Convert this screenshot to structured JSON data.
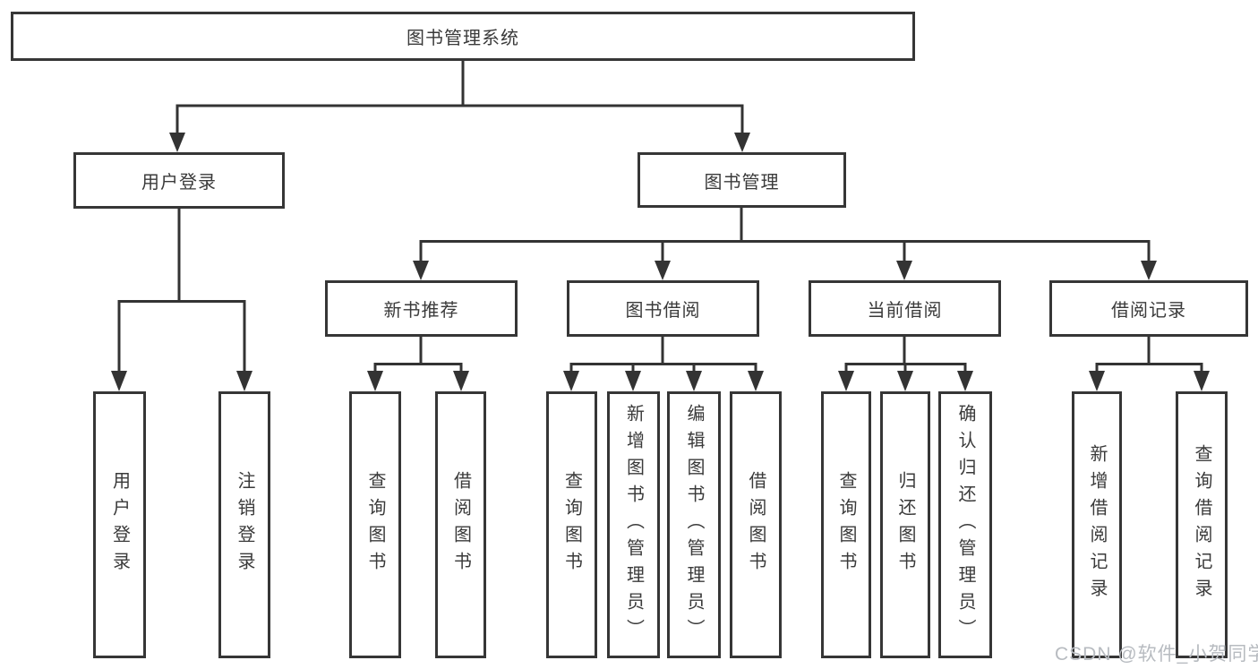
{
  "page": {
    "background": "#ffffff",
    "line_color": "#333333",
    "text_color": "#3a3a3a"
  },
  "watermark": {
    "text": "CSDN @软件_小贺同学",
    "color": "#b7bbc0"
  },
  "tree": {
    "root_label": "图书管理系统",
    "branches": [
      {
        "label": "用户登录",
        "children": [
          "用户登录",
          "注销登录"
        ]
      },
      {
        "label": "图书管理",
        "groups": [
          {
            "label": "新书推荐",
            "children": [
              "查询图书",
              "借阅图书"
            ]
          },
          {
            "label": "图书借阅",
            "children": [
              "查询图书",
              "新增图书（管理员）",
              "编辑图书（管理员）",
              "借阅图书"
            ]
          },
          {
            "label": "当前借阅",
            "children": [
              "查询图书",
              "归还图书",
              "确认归还（管理员）"
            ]
          },
          {
            "label": "借阅记录",
            "children": [
              "新增借阅记录",
              "查询借阅记录"
            ]
          }
        ]
      }
    ]
  }
}
